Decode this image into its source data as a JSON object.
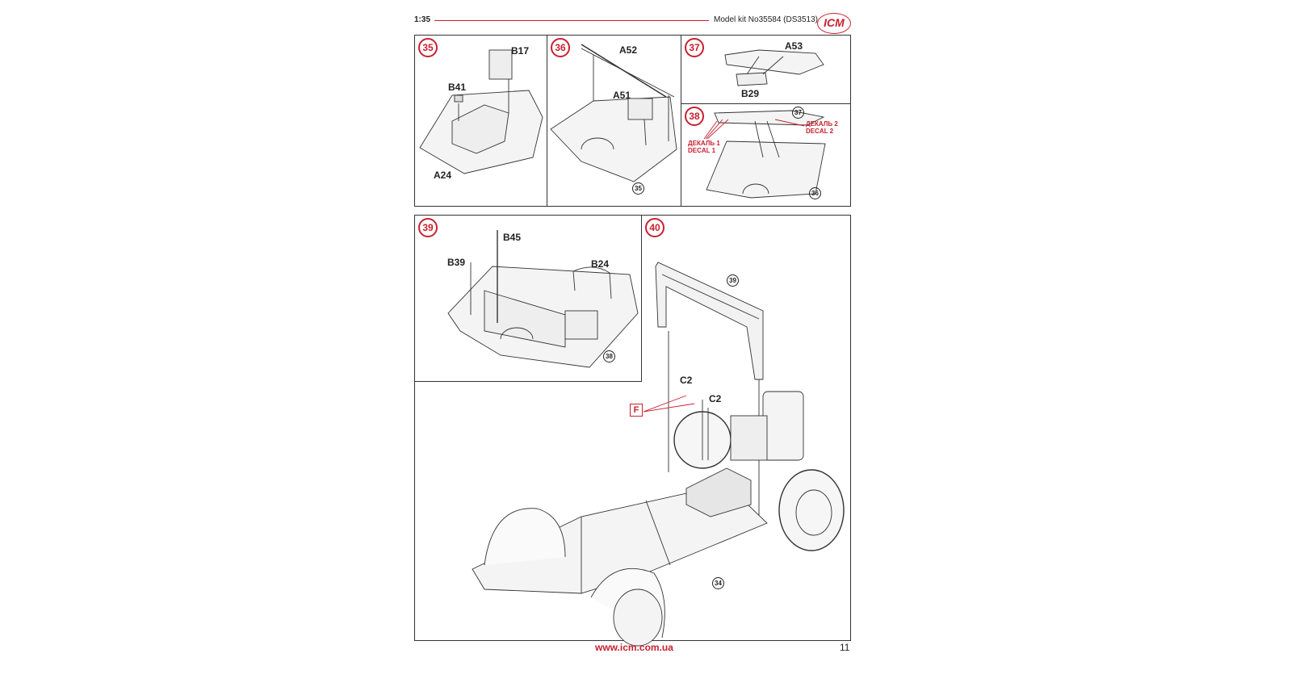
{
  "header": {
    "scale": "1:35",
    "kit": "Model kit No35584 (DS3513)",
    "logo": "ICM"
  },
  "steps": {
    "s35": {
      "num": "35",
      "parts": [
        "B17",
        "B41",
        "A24"
      ]
    },
    "s36": {
      "num": "36",
      "parts": [
        "A52",
        "A51"
      ],
      "ref": "35"
    },
    "s37": {
      "num": "37",
      "parts": [
        "A53",
        "B29"
      ]
    },
    "s38": {
      "num": "38",
      "ref_top": "37",
      "ref_bottom": "36",
      "decal1_ru": "ДЕКАЛЬ 1",
      "decal1_en": "DECAL 1",
      "decal2_ru": "ДЕКАЛЬ 2",
      "decal2_en": "DECAL 2"
    },
    "s39": {
      "num": "39",
      "parts": [
        "B45",
        "B39",
        "B24"
      ],
      "ref": "38"
    },
    "s40": {
      "num": "40",
      "ref_top": "39",
      "parts": [
        "C2",
        "C2"
      ],
      "option": "F",
      "ref_bottom": "34"
    }
  },
  "footer": {
    "url": "www.icm.com.ua",
    "page": "11"
  },
  "colors": {
    "accent": "#c8202f"
  }
}
